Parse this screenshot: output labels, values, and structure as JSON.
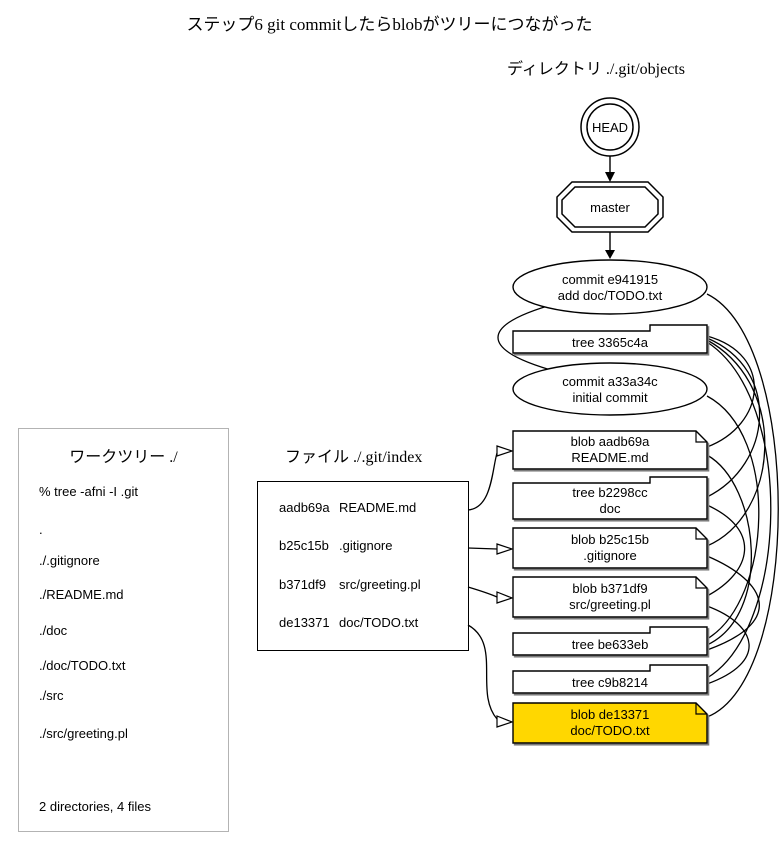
{
  "title": "ステップ6 git commitしたらblobがツリーにつながった",
  "objects_label": "ディレクトリ ./.git/objects",
  "index_label": "ファイル ./.git/index",
  "colors": {
    "highlight": "#FFD700",
    "stroke": "#000000",
    "worktree_border": "#b3b3b3"
  },
  "worktree": {
    "title": "ワークツリー ./",
    "lines": [
      "% tree -afni -I .git",
      ".",
      "./.gitignore",
      "./README.md",
      "./doc",
      "./doc/TODO.txt",
      "./src",
      "./src/greeting.pl",
      "2 directories, 4 files"
    ]
  },
  "index": {
    "entries": [
      {
        "hash": "aadb69a",
        "path": "README.md"
      },
      {
        "hash": "b25c15b",
        "path": ".gitignore"
      },
      {
        "hash": "b371df9",
        "path": "src/greeting.pl"
      },
      {
        "hash": "de13371",
        "path": "doc/TODO.txt"
      }
    ]
  },
  "graph": {
    "nodes": [
      {
        "id": "head",
        "type": "doublecircle",
        "line1": "HEAD",
        "line2": ""
      },
      {
        "id": "master",
        "type": "doubleoctagon",
        "line1": "master",
        "line2": ""
      },
      {
        "id": "commit-e941915",
        "type": "ellipse",
        "line1": "commit e941915",
        "line2": "add doc/TODO.txt"
      },
      {
        "id": "tree-3365c4a",
        "type": "folder",
        "line1": "tree 3365c4a",
        "line2": ""
      },
      {
        "id": "commit-a33a34c",
        "type": "ellipse",
        "line1": "commit a33a34c",
        "line2": "initial commit"
      },
      {
        "id": "blob-aadb69a",
        "type": "note",
        "line1": "blob aadb69a",
        "line2": "README.md"
      },
      {
        "id": "tree-b2298cc",
        "type": "folder",
        "line1": "tree b2298cc",
        "line2": "doc"
      },
      {
        "id": "blob-b25c15b",
        "type": "note",
        "line1": "blob b25c15b",
        "line2": ".gitignore"
      },
      {
        "id": "blob-b371df9",
        "type": "note",
        "line1": "blob b371df9",
        "line2": "src/greeting.pl"
      },
      {
        "id": "tree-be633eb",
        "type": "folder",
        "line1": "tree be633eb",
        "line2": ""
      },
      {
        "id": "tree-c9b8214",
        "type": "folder",
        "line1": "tree c9b8214",
        "line2": ""
      },
      {
        "id": "blob-de13371",
        "type": "note",
        "line1": "blob de13371",
        "line2": "doc/TODO.txt",
        "highlighted": true
      }
    ],
    "edges": [
      {
        "from": "HEAD",
        "to": "master"
      },
      {
        "from": "master",
        "to": "commit-e941915"
      },
      {
        "from": "commit-e941915",
        "to": "commit-a33a34c"
      },
      {
        "from": "commit-e941915",
        "to": "blob-de13371"
      },
      {
        "from": "tree-3365c4a",
        "to": "blob-aadb69a"
      },
      {
        "from": "tree-3365c4a",
        "to": "tree-b2298cc"
      },
      {
        "from": "tree-3365c4a",
        "to": "blob-b25c15b"
      },
      {
        "from": "tree-3365c4a",
        "to": "tree-c9b8214"
      },
      {
        "from": "commit-a33a34c",
        "to": "tree-be633eb"
      },
      {
        "from": "tree-be633eb",
        "to": "blob-aadb69a"
      },
      {
        "from": "tree-be633eb",
        "to": "blob-b25c15b"
      },
      {
        "from": "tree-c9b8214",
        "to": "blob-b371df9"
      },
      {
        "from": "tree-b2298cc",
        "to": "blob-b371df9"
      },
      {
        "from": "index:aadb69a",
        "to": "blob-aadb69a"
      },
      {
        "from": "index:b25c15b",
        "to": "blob-b25c15b"
      },
      {
        "from": "index:b371df9",
        "to": "blob-b371df9"
      },
      {
        "from": "index:de13371",
        "to": "blob-de13371"
      }
    ]
  }
}
